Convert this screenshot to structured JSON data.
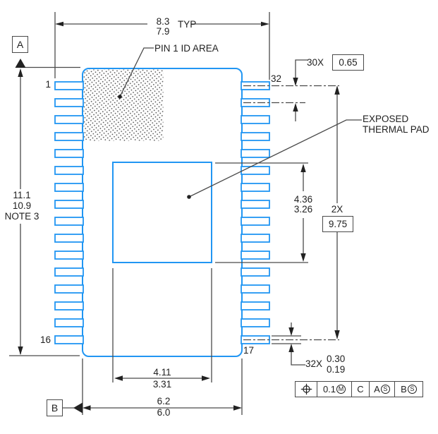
{
  "dimensions": {
    "overall_width": {
      "max": "8.3",
      "min": "7.9",
      "suffix": "TYP"
    },
    "body_height": {
      "max": "11.1",
      "min": "10.9",
      "note": "NOTE 3"
    },
    "pitch": {
      "count": "30X",
      "value": "0.65"
    },
    "pin_span": {
      "count": "2X",
      "value": "9.75"
    },
    "pad_height": {
      "max": "4.36",
      "min": "3.26"
    },
    "pad_width": {
      "max": "4.11",
      "min": "3.31"
    },
    "body_width": {
      "max": "6.2",
      "min": "6.0"
    },
    "lead_width": {
      "count": "32X",
      "max": "0.30",
      "min": "0.19"
    }
  },
  "labels": {
    "pin1_id": "PIN 1 ID AREA",
    "thermal_line1": "EXPOSED",
    "thermal_line2": "THERMAL PAD"
  },
  "datums": {
    "a": "A",
    "b": "B"
  },
  "pins": {
    "pin1": "1",
    "pin16": "16",
    "pin17": "17",
    "pin32": "32"
  },
  "fcf": {
    "icon": "position-tolerance",
    "tolerance": "0.1",
    "modifier": "M",
    "primary": "C",
    "secondary": "A",
    "secondary_mod": "S",
    "tertiary": "B",
    "tertiary_mod": "S"
  },
  "colors": {
    "outline": "#2196F3",
    "line": "#4a4a4a",
    "arrow": "#222222"
  }
}
